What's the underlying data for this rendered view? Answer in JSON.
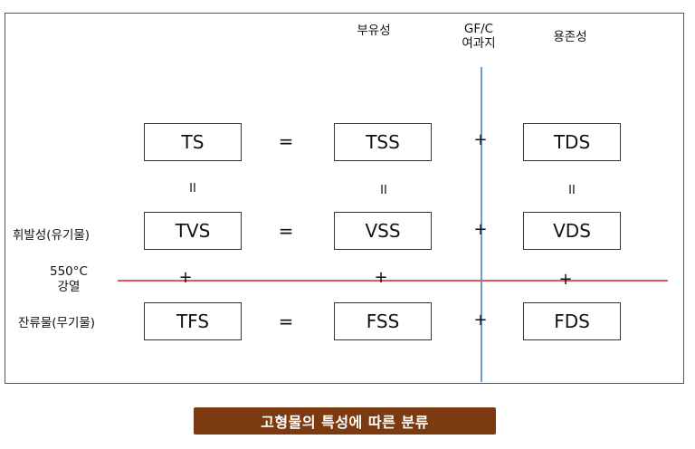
{
  "headers": {
    "suspended": "부유성",
    "filter_line1": "GF/C",
    "filter_line2": "여과지",
    "dissolved": "용존성"
  },
  "side_labels": {
    "volatile": "휘발성(유기물)",
    "ignition_line1": "550°C",
    "ignition_line2": "강열",
    "fixed": "잔류물(무기물)"
  },
  "rows": [
    {
      "total": "TS",
      "suspended": "TSS",
      "dissolved": "TDS"
    },
    {
      "total": "TVS",
      "suspended": "VSS",
      "dissolved": "VDS"
    },
    {
      "total": "TFS",
      "suspended": "FSS",
      "dissolved": "FDS"
    }
  ],
  "symbols": {
    "equals": "=",
    "plus": "+",
    "parallel": "II"
  },
  "caption": "고형물의 특성에 따른 분류",
  "colors": {
    "filter_line": "#6a9bd3",
    "ignition_line": "#e05a5a",
    "caption_bg": "#7b3a10"
  }
}
